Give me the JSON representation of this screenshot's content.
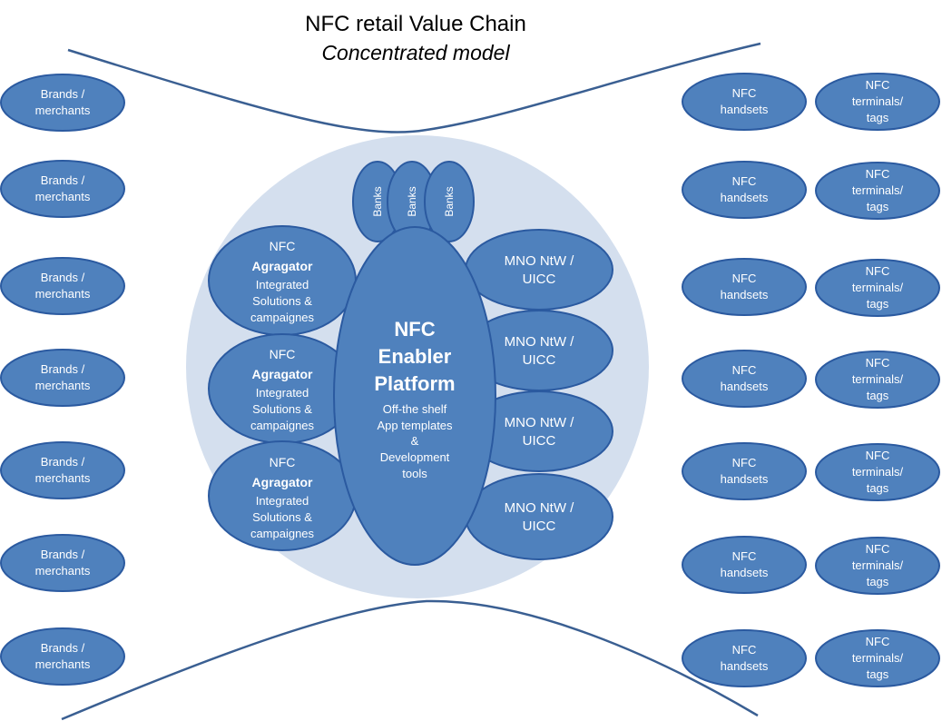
{
  "title": {
    "line1": "NFC retail Value Chain",
    "line2": "Concentrated model"
  },
  "left_column": {
    "items": [
      {
        "line1": "Brands  /",
        "line2": "merchants"
      },
      {
        "line1": "Brands  /",
        "line2": "merchants"
      },
      {
        "line1": "Brands  /",
        "line2": "merchants"
      },
      {
        "line1": "Brands  /",
        "line2": "merchants"
      },
      {
        "line1": "Brands  /",
        "line2": "merchants"
      },
      {
        "line1": "Brands  /",
        "line2": "merchants"
      },
      {
        "line1": "Brands  /",
        "line2": "merchants"
      }
    ]
  },
  "handsets_column": {
    "items": [
      {
        "line1": "NFC",
        "line2": "handsets"
      },
      {
        "line1": "NFC",
        "line2": "handsets"
      },
      {
        "line1": "NFC",
        "line2": "handsets"
      },
      {
        "line1": "NFC",
        "line2": "handsets"
      },
      {
        "line1": "NFC",
        "line2": "handsets"
      },
      {
        "line1": "NFC",
        "line2": "handsets"
      },
      {
        "line1": "NFC",
        "line2": "handsets"
      }
    ]
  },
  "terminals_column": {
    "items": [
      {
        "line1": "NFC",
        "line2": "terminals/",
        "line3": "tags"
      },
      {
        "line1": "NFC",
        "line2": "terminals/",
        "line3": "tags"
      },
      {
        "line1": "NFC",
        "line2": "terminals/",
        "line3": "tags"
      },
      {
        "line1": "NFC",
        "line2": "terminals/",
        "line3": "tags"
      },
      {
        "line1": "NFC",
        "line2": "terminals/",
        "line3": "tags"
      },
      {
        "line1": "NFC",
        "line2": "terminals/",
        "line3": "tags"
      },
      {
        "line1": "NFC",
        "line2": "terminals/",
        "line3": "tags"
      }
    ]
  },
  "banks": {
    "items": [
      "Banks",
      "Banks",
      "Banks"
    ]
  },
  "aggregators": {
    "items": [
      {
        "line1": "NFC",
        "line2": "Agragator",
        "line3": "Integrated",
        "line4": "Solutions &",
        "line5": "campaignes"
      },
      {
        "line1": "NFC",
        "line2": "Agragator",
        "line3": "Integrated",
        "line4": "Solutions &",
        "line5": "campaignes"
      },
      {
        "line1": "NFC",
        "line2": "Agragator",
        "line3": "Integrated",
        "line4": "Solutions &",
        "line5": "campaignes"
      }
    ]
  },
  "mno": {
    "items": [
      {
        "line1": "MNO NtW /",
        "line2": "UICC"
      },
      {
        "line1": "MNO NtW /",
        "line2": "UICC"
      },
      {
        "line1": "MNO NtW /",
        "line2": "UICC"
      },
      {
        "line1": "MNO NtW /",
        "line2": "UICC"
      }
    ]
  },
  "platform": {
    "line1": "NFC",
    "line2": "Enabler",
    "line3": "Platform",
    "sub1": "Off-the shelf",
    "sub2": "App templates",
    "sub3": "&",
    "sub4": "Development",
    "sub5": "tools"
  },
  "colors": {
    "node_fill": "#4f81bd",
    "node_stroke": "#2b5aa0",
    "background_circle": "#d4dfee",
    "curve_stroke": "#3a5f92"
  }
}
